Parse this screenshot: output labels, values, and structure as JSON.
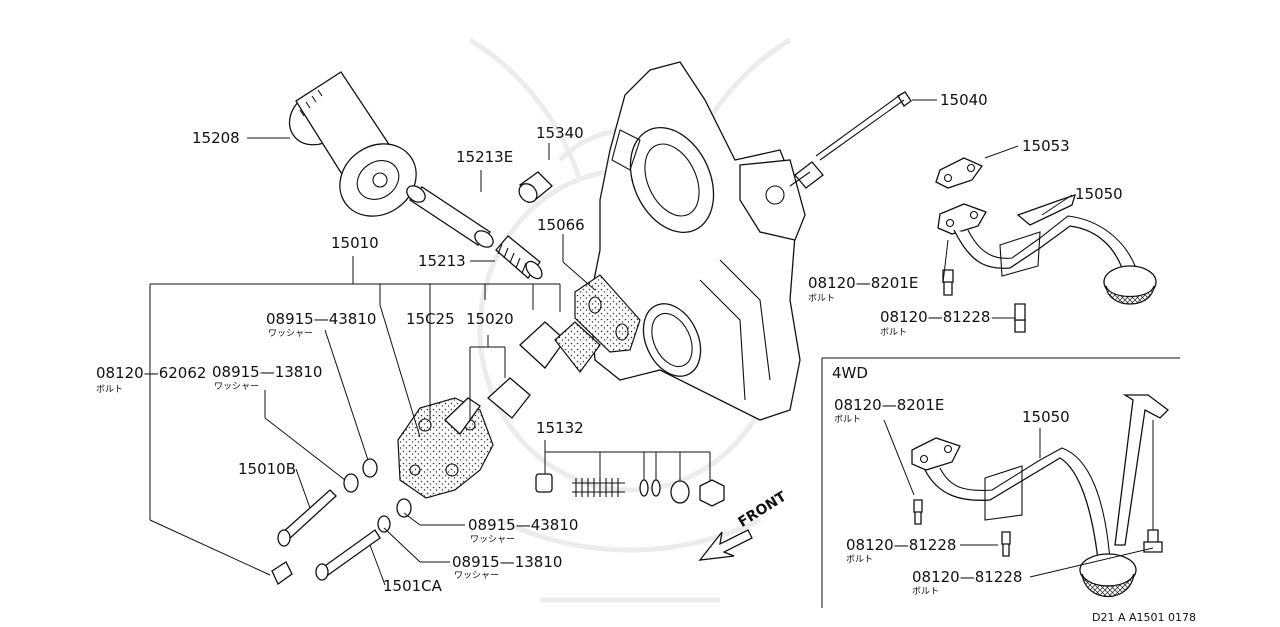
{
  "labels": {
    "p15208": "15208",
    "p15213E": "15213E",
    "p15340": "15340",
    "p15040": "15040",
    "p15053": "15053",
    "p15050a": "15050",
    "p15066": "15066",
    "p15010": "15010",
    "p15213": "15213",
    "p08120_8201E_a": "08120—8201E",
    "p08120_81228_a": "08120—81228",
    "p08915_43810_a": "08915—43810",
    "p15025": "15C25",
    "p15020": "15020",
    "p08120_62062": "08120—62062",
    "p08915_13810_a": "08915—13810",
    "p15132": "15132",
    "p15010B": "15010B",
    "p08915_43810_b": "08915—43810",
    "p08915_13810_b": "08915—13810",
    "p15010A": "1501CA",
    "front": "FRONT",
    "inset_title": "4WD",
    "p08120_8201E_b": "08120—8201E",
    "p15050b": "15050",
    "p08120_81228_b": "08120—81228",
    "p08120_81228_c": "08120—81228",
    "diagram_code": "D21 A A1501 0178"
  },
  "sublabels": {
    "bolt": "ボルト",
    "washer": "ワッシャー"
  }
}
